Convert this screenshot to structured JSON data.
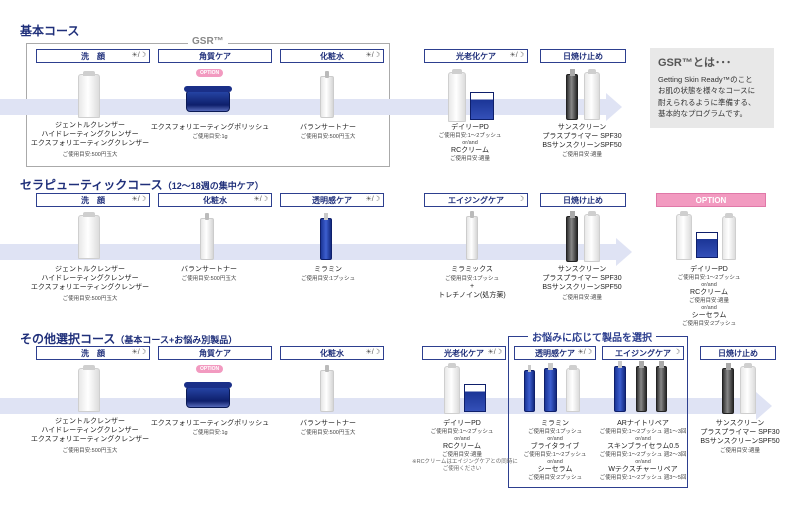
{
  "sections": {
    "basic": "基本コース",
    "therapeutic": "セラピューティックコース",
    "therapeutic_sub": "（12～18週の集中ケア）",
    "other": "その他選択コース",
    "other_sub": "（基本コース+お悩み別製品）"
  },
  "gsr_label": "GSR™",
  "select_label": "お悩みに応じて製品を選択",
  "time_mark": "☀/☽",
  "moon_mark": "☽",
  "option_badge": "OPTION",
  "info": {
    "title": "GSR™とは･･･",
    "lines": [
      "Getting Skin Ready™のこと",
      "お肌の状態を様々なコースに",
      "耐えられるように準備する、",
      "基本的なプログラムです。"
    ]
  },
  "steps": {
    "wash": "洗　顔",
    "exfoliate": "角質ケア",
    "toner": "化粧水",
    "photo": "光老化ケア",
    "sun": "日焼け止め",
    "clarity": "透明感ケア",
    "aging": "エイジングケア",
    "option": "OPTION"
  },
  "row1": {
    "wash": [
      "ジェントルクレンザー",
      "ハイドレーティングクレンザー",
      "エクスフォリエーティングクレンザー"
    ],
    "wash_note": "ご使用目安:500円玉大",
    "exfoliate": "エクスフォリエーティングポリッシュ",
    "exfoliate_note": "ご使用目安:1g",
    "toner": "バランサートナー",
    "toner_note": "ご使用目安:500円玉大",
    "photo1": "デイリーPD",
    "photo1_note": "ご使用目安:1～2プッシュ",
    "andor": "or/and",
    "photo2": "RCクリーム",
    "photo2_note": "ご使用目安:適量",
    "sun": [
      "サンスクリーン",
      "プラスプライマー SPF30",
      "BSサンスクリーンSPF50"
    ],
    "sun_note": "ご使用目安:適量"
  },
  "row2": {
    "wash": [
      "ジェントルクレンザー",
      "ハイドレーティングクレンザー",
      "エクスフォリエーティングクレンザー"
    ],
    "wash_note": "ご使用目安:500円玉大",
    "toner": "バランサートナー",
    "toner_note": "ご使用目安:500円玉大",
    "clarity": "ミラミン",
    "clarity_note": "ご使用目安:1プッシュ",
    "aging1": "ミラミックス",
    "aging1_note": "ご使用目安:1プッシュ",
    "plus": "+",
    "aging2": "トレチノイン(処方薬)",
    "sun": [
      "サンスクリーン",
      "プラスプライマー SPF30",
      "BSサンスクリーンSPF50"
    ],
    "sun_note": "ご使用目安:適量",
    "opt1": "デイリーPD",
    "opt1_note": "ご使用目安:1～2プッシュ",
    "opt_andor": "or/and",
    "opt2": "RCクリーム",
    "opt2_note": "ご使用目安:適量",
    "opt3": "シーセラム",
    "opt3_note": "ご使用目安:2プッシュ"
  },
  "row3": {
    "wash": [
      "ジェントルクレンザー",
      "ハイドレーティングクレンザー",
      "エクスフォリエーティングクレンザー"
    ],
    "wash_note": "ご使用目安:500円玉大",
    "exfoliate": "エクスフォリエーティングポリッシュ",
    "exfoliate_note": "ご使用目安:1g",
    "toner": "バランサートナー",
    "toner_note": "ご使用目安:500円玉大",
    "photo1": "デイリーPD",
    "photo1_note": "ご使用目安:1～2プッシュ",
    "andor": "or/and",
    "photo2": "RCクリーム",
    "photo2_note": "ご使用目安:適量",
    "photo_extra": [
      "※RCクリームはエイジングケアとの同時に",
      "ご使用ください"
    ],
    "clarity1": "ミラミン",
    "clarity1_note": "ご使用目安:1プッシュ",
    "clarity2": "ブライタライブ",
    "clarity2_note": "ご使用目安:1～2プッシュ",
    "clarity3": "シーセラム",
    "clarity3_note": "ご使用目安:2プッシュ",
    "aging1": "ARナイトリペア",
    "aging1_note": "ご使用目安:1～2プッシュ 週1～3回",
    "aging2": "スキンブライセラム0.5",
    "aging2_note": "ご使用目安:1～2プッシュ 週2～3回",
    "aging3": "Wテクスチャーリペア",
    "aging3_note": "ご使用目安:1～2プッシュ 週3～5回",
    "sun": [
      "サンスクリーン",
      "プラスプライマー SPF30",
      "BSサンスクリーンSPF50"
    ],
    "sun_note": "ご使用目安:適量"
  }
}
